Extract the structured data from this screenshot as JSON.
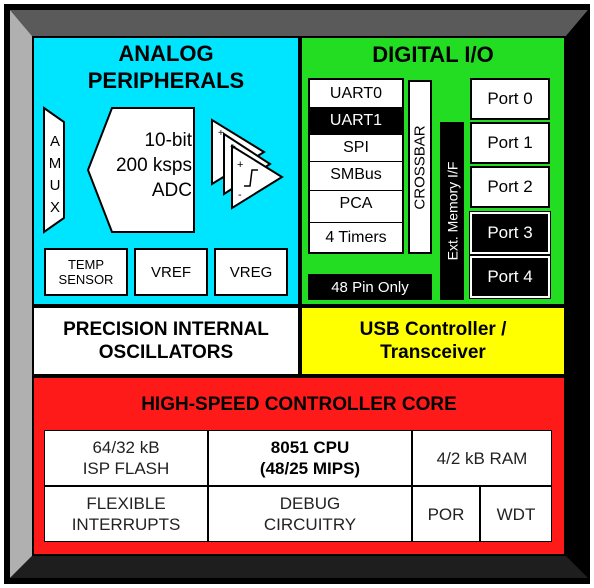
{
  "analog": {
    "title_line1": "ANALOG",
    "title_line2": "PERIPHERALS",
    "amux_letters": [
      "A",
      "M",
      "U",
      "X"
    ],
    "adc_line1": "10-bit",
    "adc_line2": "200 ksps",
    "adc_line3": "ADC",
    "temp_line1": "TEMP",
    "temp_line2": "SENSOR",
    "vref": "VREF",
    "vreg": "VREG"
  },
  "digital": {
    "title": "DIGITAL I/O",
    "peripherals": [
      "UART0",
      "UART1",
      "SPI",
      "SMBus",
      "PCA",
      "4 Timers"
    ],
    "crossbar": "CROSSBAR",
    "ext_memory": "Ext. Memory I/F",
    "pin_note": "48 Pin Only",
    "ports": [
      "Port 0",
      "Port 1",
      "Port 2",
      "Port 3",
      "Port 4"
    ]
  },
  "oscillators": {
    "line1": "PRECISION INTERNAL",
    "line2": "OSCILLATORS"
  },
  "usb": {
    "line1": "USB Controller /",
    "line2": "Transceiver"
  },
  "core": {
    "title": "HIGH-SPEED CONTROLLER CORE",
    "flash_line1": "64/32 kB",
    "flash_line2": "ISP FLASH",
    "cpu_line1": "8051 CPU",
    "cpu_line2": "(48/25 MIPS)",
    "ram": "4/2 kB RAM",
    "interrupts_line1": "FLEXIBLE",
    "interrupts_line2": "INTERRUPTS",
    "debug_line1": "DEBUG",
    "debug_line2": "CIRCUITRY",
    "por": "POR",
    "wdt": "WDT"
  },
  "colors": {
    "analog_bg": "#00e5ff",
    "digital_bg": "#22dd22",
    "usb_bg": "#ffff00",
    "core_bg": "#ff1a1a",
    "frame_dark": "#000000",
    "frame_gray": "#9a9a9a"
  }
}
